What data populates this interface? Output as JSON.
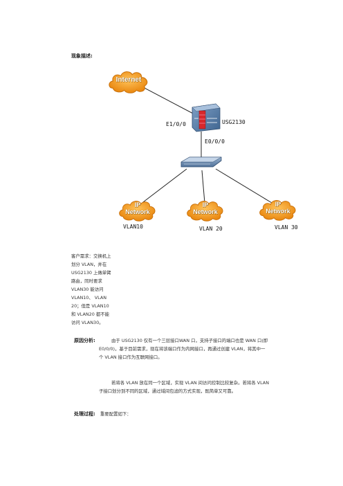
{
  "headings": {
    "phenomenon": "现象描述:",
    "cause": "原因分析:",
    "process": "处理过程:"
  },
  "diagram": {
    "internet_label": "Internet",
    "firewall_label": "USG2130",
    "port_upper": "E1/0/0",
    "port_lower": "E0/0/0",
    "cloud_ip": "IP",
    "cloud_network": "Network",
    "vlans": [
      "VLAN10",
      "VLAN 20",
      "VLAN 30"
    ]
  },
  "side_note": [
    "客户需求：交换机上",
    "划分 VLAN，并在",
    "USG2130 上做单臂",
    "路由，同时要求",
    "VLAN30 能访问",
    "VLAN10、    VLAN",
    "20；但是 VLAN10",
    "和 VLAN20 都不能",
    "访问 VLAN30。"
  ],
  "cause_para1": [
    "由于 USG2130 仅有一个三层接口WAN 口，支持子接口的端口也是 WAN 口(即",
    "E0/0/0)，基于目前需求，现在将该端口作为内网接口，再通过创建 VLAN，将其中一",
    "个 VLAN 接口作为互联网接口。"
  ],
  "cause_para2": [
    "若将各 VLAN 放在同一个区域，实现 VLAN 间访问控制比较复杂。若将各 VLAN",
    "子接口划分到不同的区域，通过域间包滤的方式实现，既简单又可靠。"
  ],
  "process_text": "重要配置如下：",
  "colors": {
    "cloud_fill": "#f39a1e",
    "cloud_edge": "#c9700a",
    "firewall_body": "#5a7fa8",
    "firewall_panel": "#d8282c",
    "switch_body": "#6f8fb5",
    "link_line": "#222222"
  }
}
